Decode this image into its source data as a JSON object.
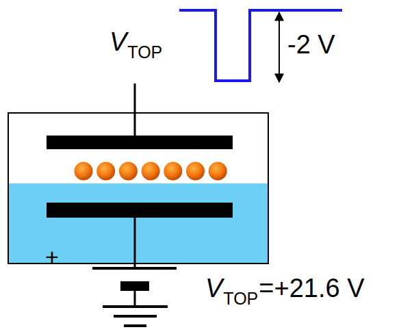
{
  "diagram": {
    "labels": [
      "V",
      "TOP",
      "-2 V",
      "+",
      "V",
      "TOP",
      "=+21.6 V"
    ]
  }
}
